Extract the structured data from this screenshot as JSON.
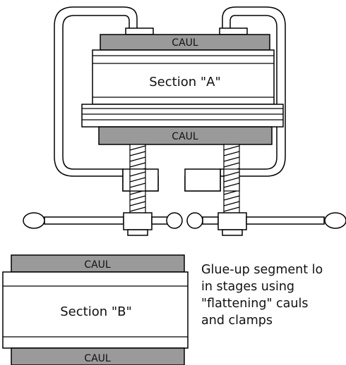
{
  "diagram": {
    "colors": {
      "caul_fill": "#9a9a9a",
      "stroke": "#000000",
      "background": "#ffffff"
    },
    "upper_assembly": {
      "top_caul_label": "CAUL",
      "section_label": "Section \"A\"",
      "bottom_caul_label": "CAUL"
    },
    "lower_assembly": {
      "top_caul_label": "CAUL",
      "section_label": "Section \"B\"",
      "bottom_caul_label": "CAUL"
    },
    "caption_lines": [
      "Glue-up segment lo",
      "in stages using",
      "\"flattening\" cauls",
      "and clamps"
    ]
  }
}
